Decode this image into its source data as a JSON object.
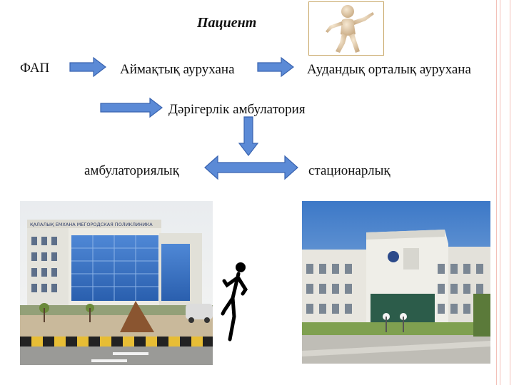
{
  "title": "Пациент",
  "nodes": {
    "fap": "ФАП",
    "regional": "Аймақтық аурухана",
    "district": "Аудандық орталық аурухана",
    "ambulatory_clinic": "Дәрігерлік амбулатория",
    "outpatient": "амбулаториялық",
    "inpatient": "стационарлық"
  },
  "sign_text": "ҚАЛАЛЫҚ ЕМХАНА МЕГОРОДСКАЯ ПОЛИКЛИНИКА",
  "colors": {
    "arrow_fill": "#5b8ad6",
    "arrow_stroke": "#3a64b0",
    "accent_border": "#f3c0b8"
  },
  "icons": {
    "patient": "3d-person-figure",
    "walker": "walking-man-icon"
  }
}
